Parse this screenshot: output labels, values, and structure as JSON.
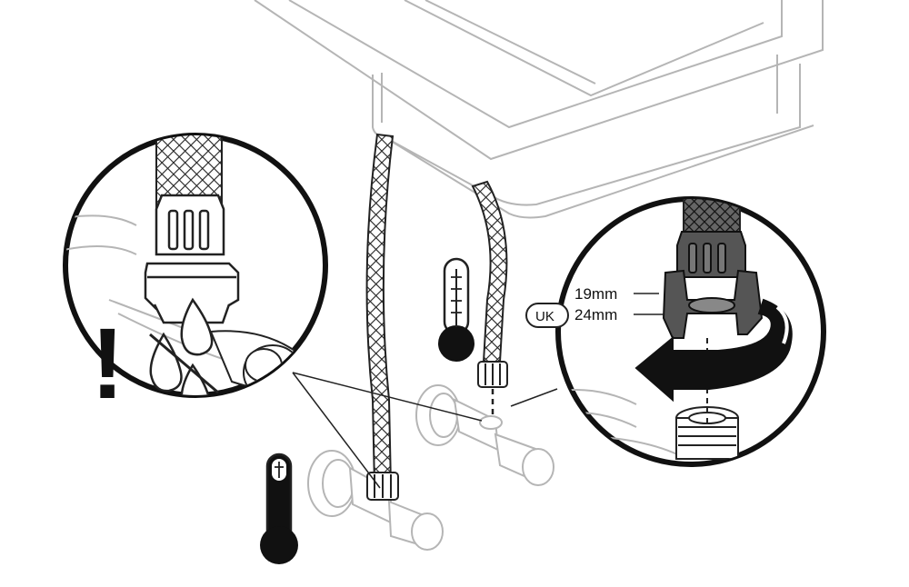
{
  "callouts": {
    "size_primary": "19mm",
    "size_uk": "24mm",
    "region_badge": "UK",
    "warning_mark": "!"
  },
  "icons": {
    "warning": "exclamation-icon",
    "no_leak": "crossed-water-drops-icon",
    "hot_thermometer": "thermometer-hot-icon",
    "cold_thermometer": "thermometer-cold-icon",
    "tighten_direction": "clockwise-arrow-icon"
  },
  "colors": {
    "line": "#222222",
    "light_line": "#b5b5b5",
    "fill_dark": "#111111",
    "wrench": "#555555"
  }
}
